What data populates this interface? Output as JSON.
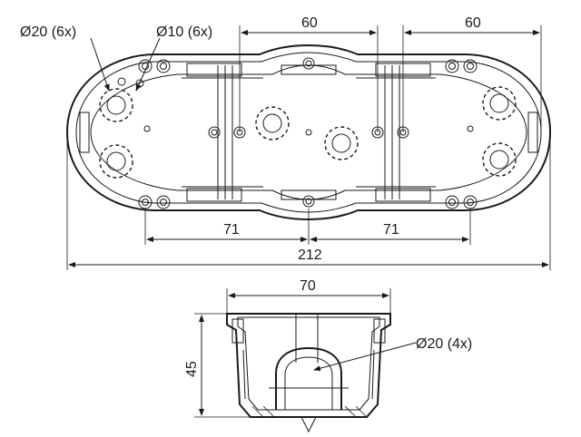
{
  "labels": {
    "dia20_top": "Ø20 (6x)",
    "dia10_top": "Ø10 (6x)",
    "dim60_a": "60",
    "dim60_b": "60",
    "dim71_a": "71",
    "dim71_b": "71",
    "dim212": "212",
    "dim70": "70",
    "dim45": "45",
    "dia20_side": "Ø20 (4x)"
  }
}
